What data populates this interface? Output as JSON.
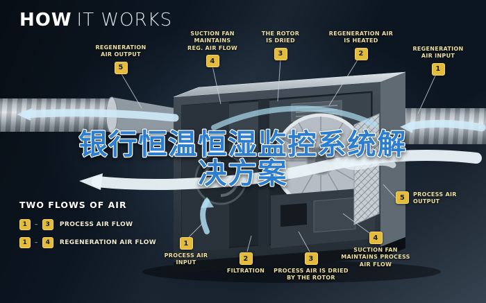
{
  "title": {
    "bold": "HOW",
    "rest": "IT WORKS"
  },
  "headline": {
    "line1": "银行恒温恒湿监控系统解",
    "line2": "决方案",
    "color": "#2e7ecf"
  },
  "callouts": {
    "regen_output": {
      "num": "5",
      "line1": "REGENERATION",
      "line2": "AIR OUTPUT"
    },
    "suction_reg": {
      "num": "4",
      "line1": "SUCTION FAN",
      "line2": "MAINTAINS",
      "line3": "REG. AIR FLOW"
    },
    "rotor_dried": {
      "num": "3",
      "line1": "THE ROTOR",
      "line2": "IS DRIED"
    },
    "regen_heated": {
      "num": "2",
      "line1": "REGENERATION AIR",
      "line2": "IS HEATED"
    },
    "regen_input": {
      "num": "1",
      "line1": "REGENERATION",
      "line2": "AIR INPUT"
    },
    "process_output": {
      "num": "5",
      "line1": "PROCESS AIR",
      "line2": "OUTPUT"
    },
    "suction_process": {
      "num": "4",
      "line1": "SUCTION FAN",
      "line2": "MAINTAINS PROCESS",
      "line3": "AIR FLOW"
    },
    "process_dried": {
      "num": "3",
      "line1": "PROCESS AIR IS DRIED",
      "line2": "BY THE ROTOR"
    },
    "filtration": {
      "num": "2",
      "line1": "FILTRATION"
    },
    "process_input": {
      "num": "1",
      "line1": "PROCESS AIR",
      "line2": "INPUT"
    }
  },
  "legend": {
    "heading": "TWO FLOWS OF AIR",
    "separator": "–",
    "rows": [
      {
        "start": "1",
        "end": "3",
        "label": "PROCESS AIR FLOW"
      },
      {
        "start": "1",
        "end": "4",
        "label": "REGENERATION AIR FLOW"
      }
    ]
  },
  "colors": {
    "background": "#0c1621",
    "badge": "#e5bb3c",
    "callout_text": "#efdf9e",
    "headline_blue": "#2e7ecf",
    "flow_cyan": "#cfeaf8",
    "flow_pale": "#ebf4f9"
  }
}
